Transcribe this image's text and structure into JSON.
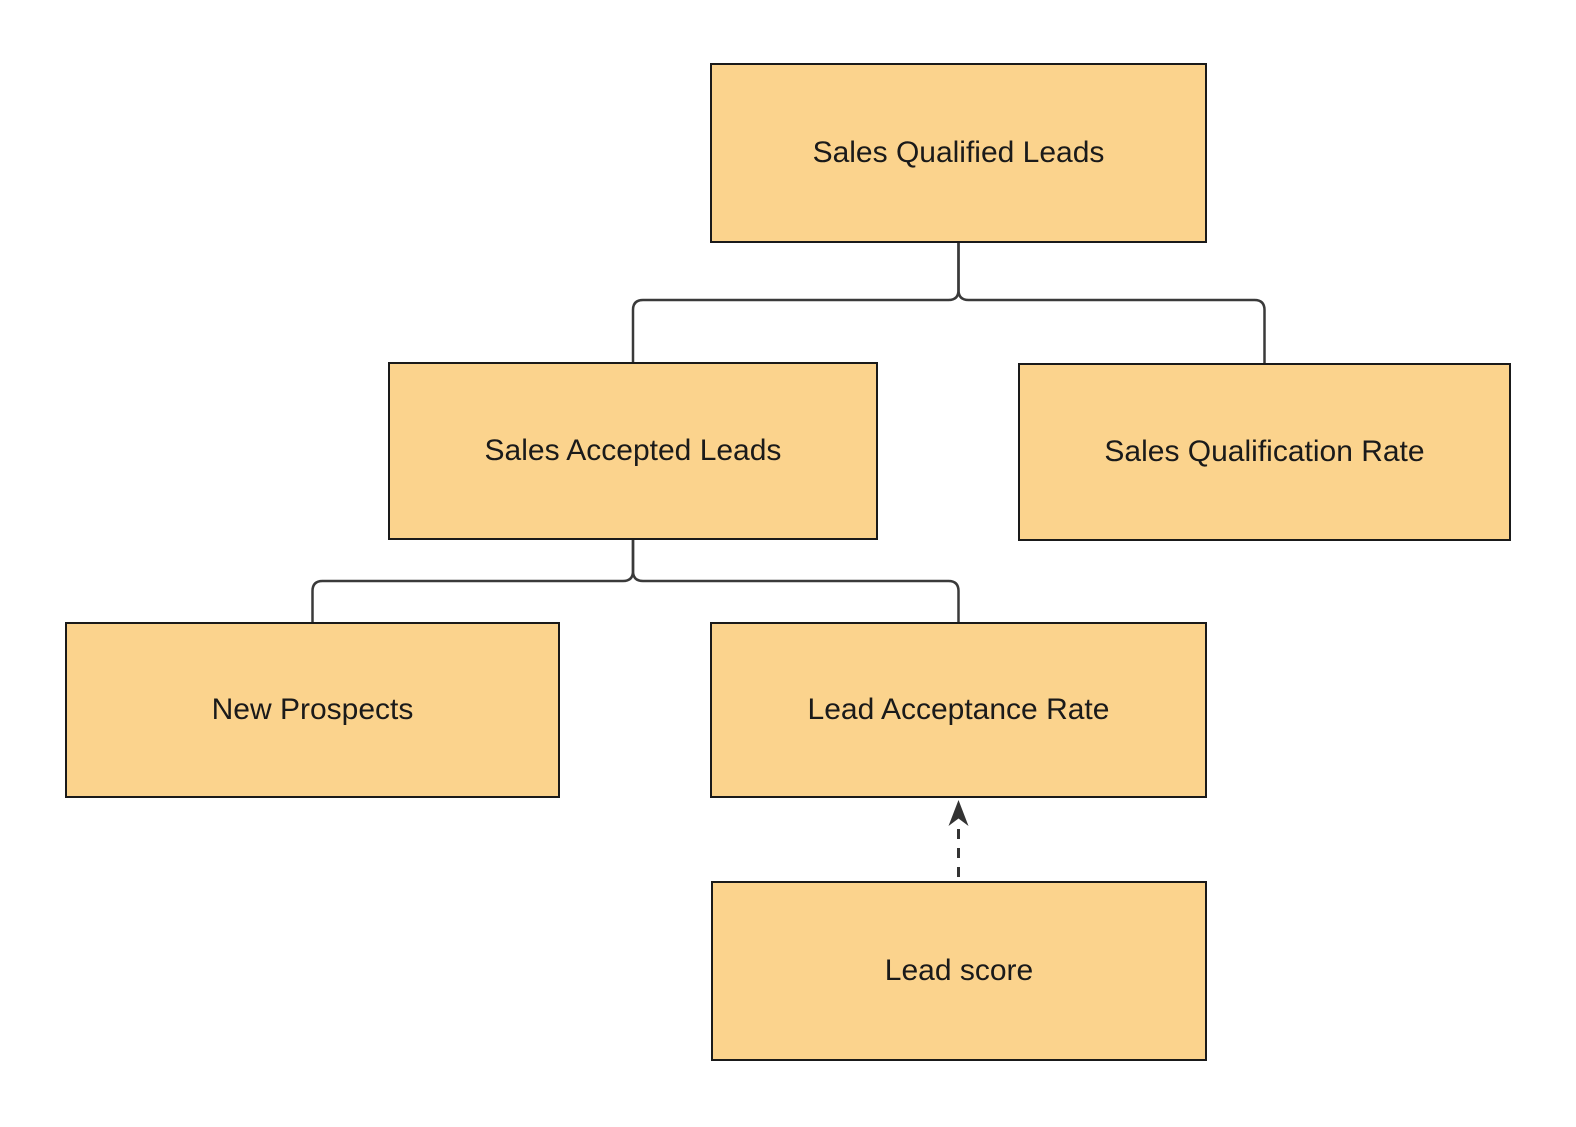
{
  "diagram": {
    "type": "tree-flowchart",
    "background_color": "#ffffff",
    "node_fill_color": "#FBD38D",
    "node_border_color": "#1A1A1A",
    "connector_color": "#3A3A3A",
    "text_color": "#1A1A1A",
    "nodes": [
      {
        "id": "sales-qualified-leads",
        "label": "Sales Qualified Leads"
      },
      {
        "id": "sales-accepted-leads",
        "label": "Sales Accepted Leads"
      },
      {
        "id": "sales-qualification-rate",
        "label": "Sales Qualification Rate"
      },
      {
        "id": "new-prospects",
        "label": "New Prospects"
      },
      {
        "id": "lead-acceptance-rate",
        "label": "Lead Acceptance Rate"
      },
      {
        "id": "lead-score",
        "label": "Lead score"
      }
    ],
    "edges": [
      {
        "from": "Sales Qualified Leads",
        "to": "Sales Accepted Leads",
        "style": "solid-elbow"
      },
      {
        "from": "Sales Qualified Leads",
        "to": "Sales Qualification Rate",
        "style": "solid-elbow"
      },
      {
        "from": "Sales Accepted Leads",
        "to": "New Prospects",
        "style": "solid-elbow"
      },
      {
        "from": "Sales Accepted Leads",
        "to": "Lead Acceptance Rate",
        "style": "solid-elbow"
      },
      {
        "from": "Lead score",
        "to": "Lead Acceptance Rate",
        "style": "dashed-arrow-up"
      }
    ]
  }
}
